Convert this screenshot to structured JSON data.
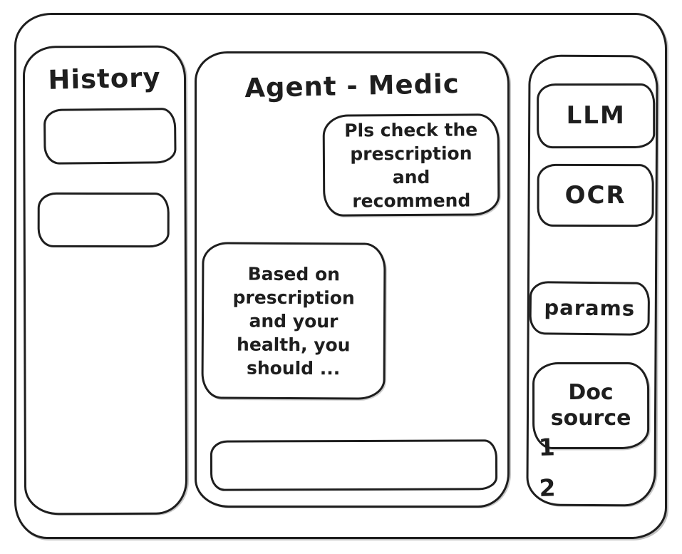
{
  "colors": {
    "ink": "#1e1e1e",
    "background": "#ffffff"
  },
  "history_panel": {
    "title": "History",
    "items": [
      {
        "label": ""
      },
      {
        "label": ""
      }
    ]
  },
  "chat_panel": {
    "title": "Agent - Medic",
    "messages": [
      {
        "role": "user",
        "text": "Pls check the prescription and recommend"
      },
      {
        "role": "assistant",
        "text": "Based on prescription and your health, you should ..."
      }
    ],
    "input_value": ""
  },
  "tools_panel": {
    "llm_label": "LLM",
    "ocr_label": "OCR",
    "params_label": "params",
    "doc_source_label": "Doc source",
    "doc_source_items": [
      {
        "label": "1"
      },
      {
        "label": "2"
      }
    ]
  }
}
